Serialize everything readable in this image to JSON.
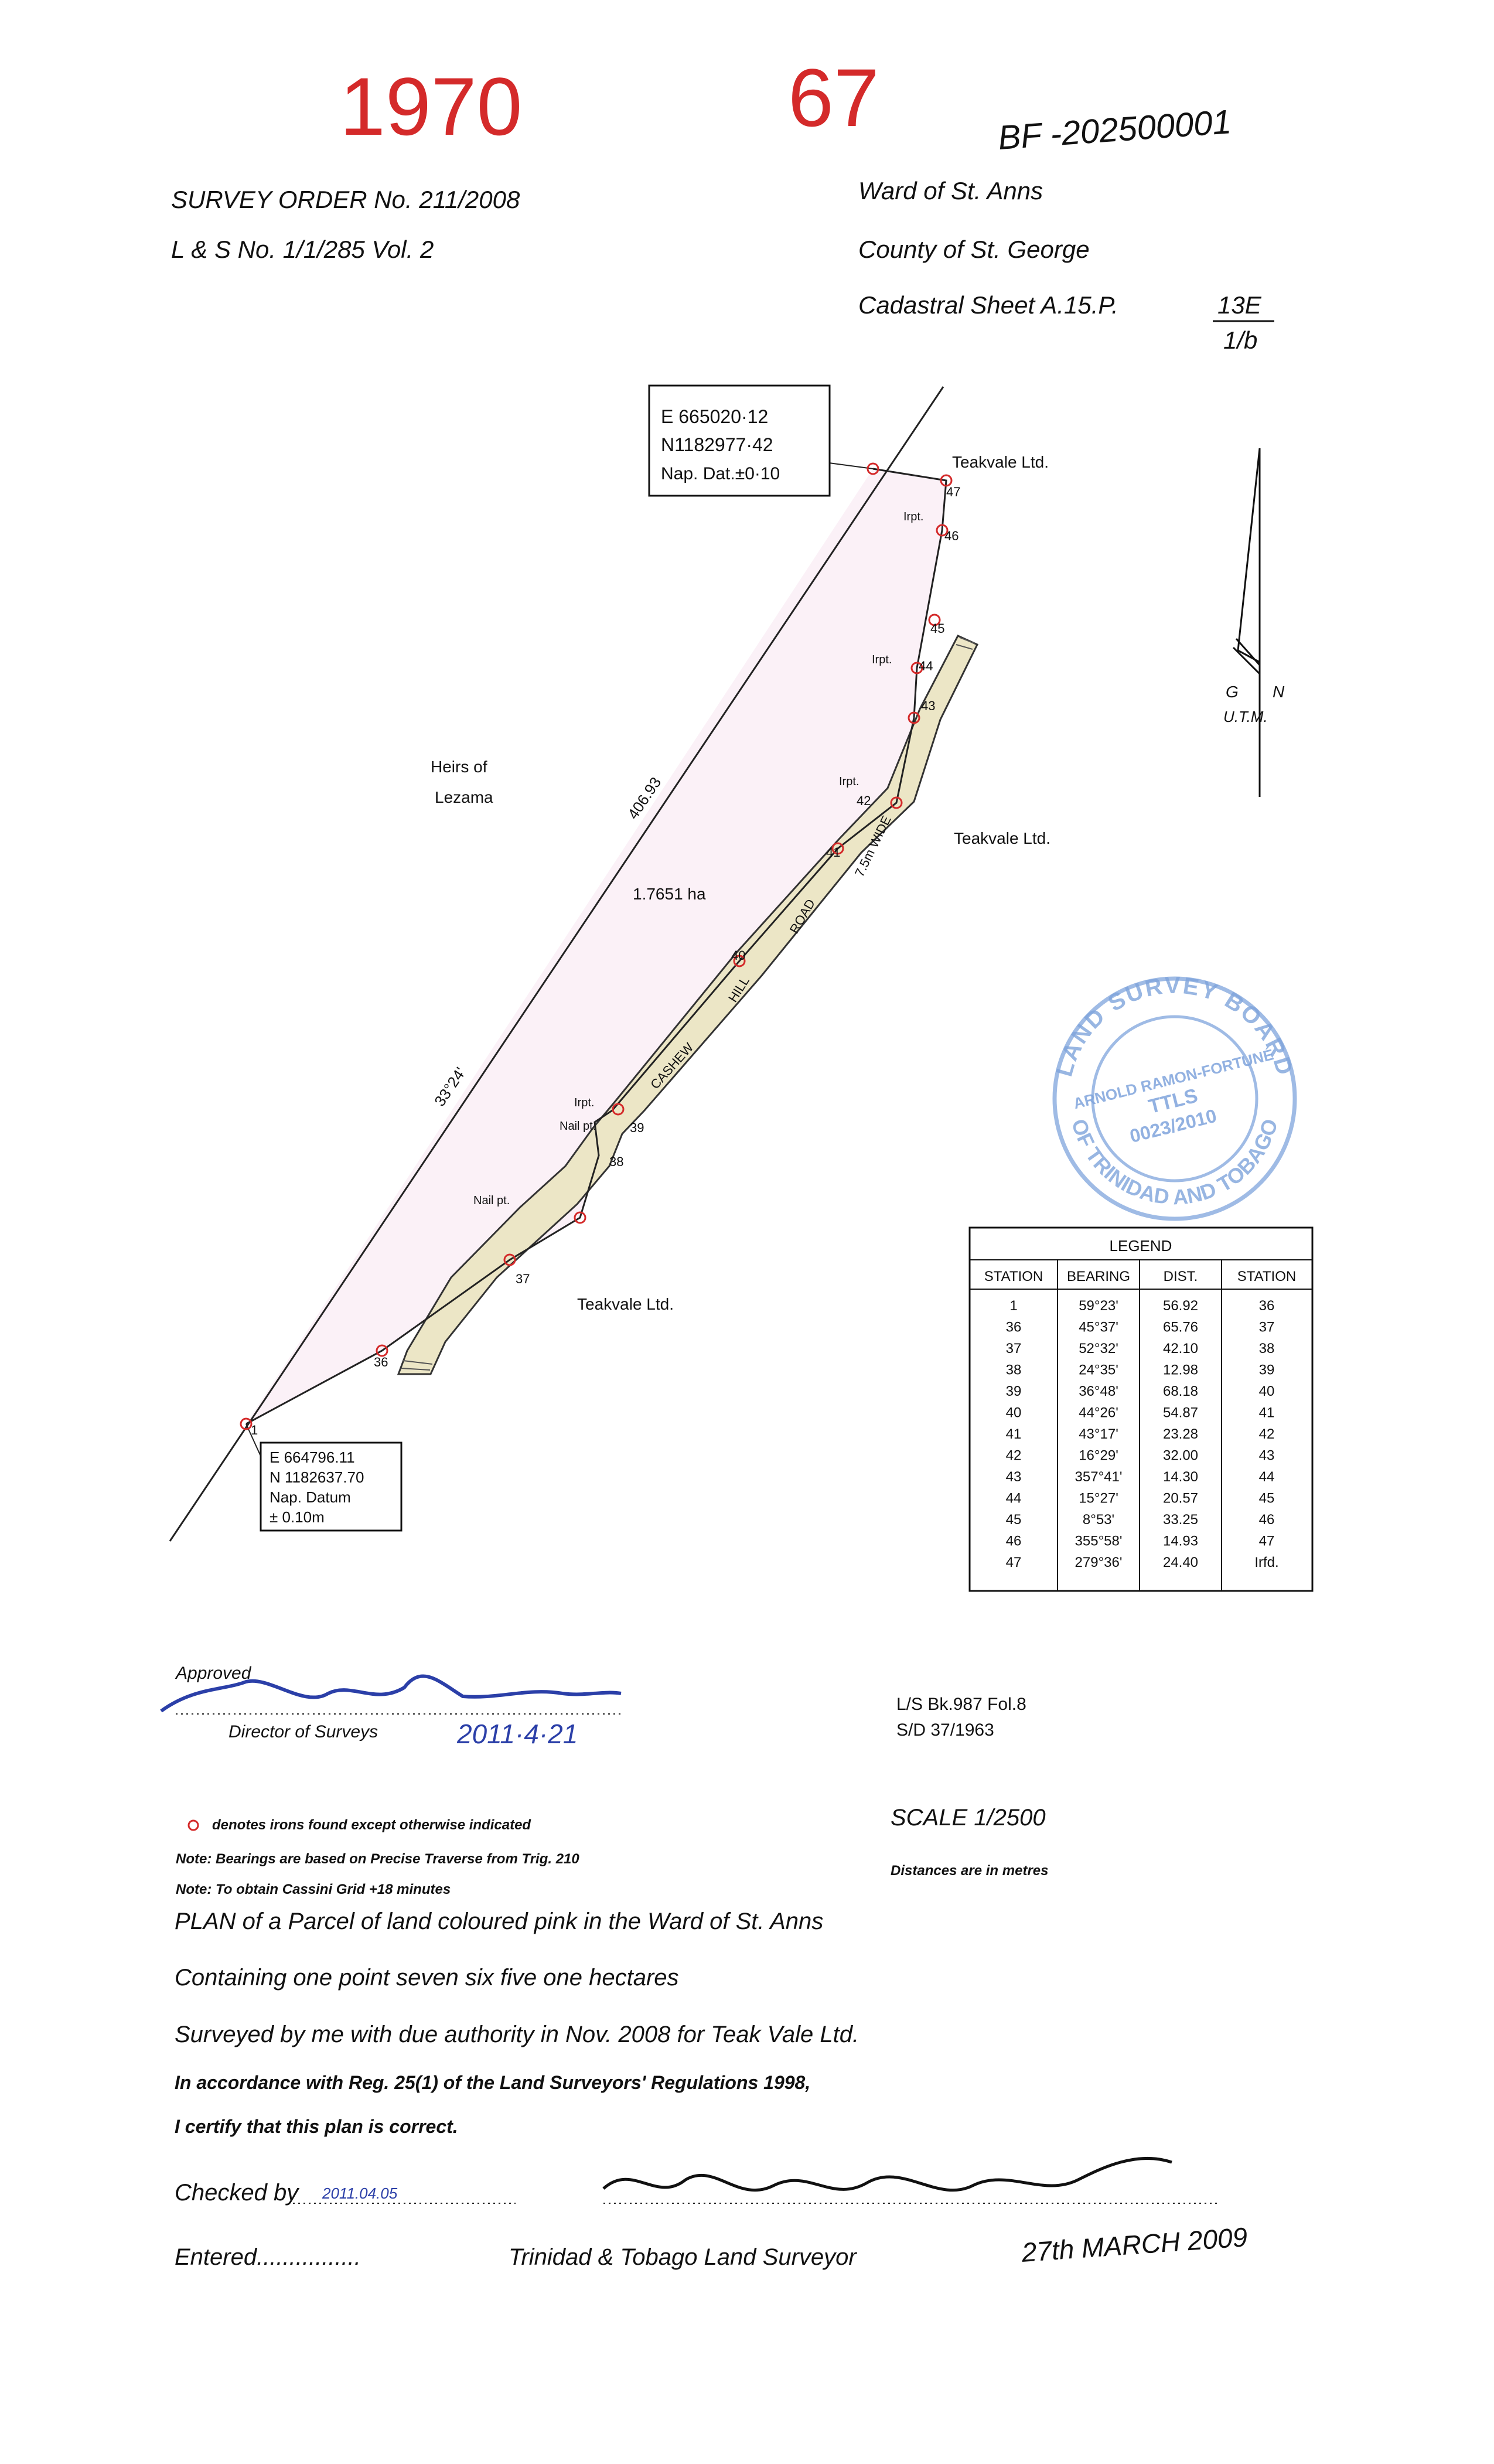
{
  "stamps": {
    "plan_number": "1970",
    "sheet_number": "67",
    "reference": "BF -202500001"
  },
  "header": {
    "survey_order": "SURVEY ORDER No. 211/2008",
    "ls_no": "L & S No. 1/1/285 Vol. 2",
    "ward": "Ward of St. Anns",
    "county": "County of St. George",
    "cadastral_sheet": "Cadastral Sheet A.15.P.",
    "cadastral_num": "13E",
    "cadastral_den": "1/b"
  },
  "north_arrow": {
    "grid_letter": "G",
    "north_letter": "N",
    "projection": "U.T.M."
  },
  "coord_boxes": {
    "top": {
      "line1": "E 665020·12",
      "line2": "N1182977·42",
      "line3": "Nap. Dat.±0·10"
    },
    "bottom": {
      "line1": "E 664796.11",
      "line2": "N 1182637.70",
      "line3": "Nap. Datum",
      "line4": "± 0.10m"
    }
  },
  "map_labels": {
    "owner_top": "Teakvale Ltd.",
    "owner_right": "Teakvale Ltd.",
    "owner_bottom": "Teakvale Ltd.",
    "heirs": "Heirs of",
    "heirs_name": "Lezama",
    "area": "1.7651 ha",
    "diag_distance": "406.93",
    "diag_bearing": "33°24'",
    "road_name": "CASHEW",
    "road_hill": "HILL",
    "road_road": "ROAD",
    "road_width": "7.5m WIDE"
  },
  "stations": [
    {
      "num": "1",
      "extra": ""
    },
    {
      "num": "36",
      "extra": ""
    },
    {
      "num": "37",
      "extra": "Nail pt."
    },
    {
      "num": "38",
      "extra": "Nail pt."
    },
    {
      "num": "39",
      "extra": "Irpt."
    },
    {
      "num": "40",
      "extra": ""
    },
    {
      "num": "41",
      "extra": ""
    },
    {
      "num": "42",
      "extra": "Irpt."
    },
    {
      "num": "43",
      "extra": ""
    },
    {
      "num": "44",
      "extra": "Irpt."
    },
    {
      "num": "45",
      "extra": ""
    },
    {
      "num": "46",
      "extra": "Irpt."
    },
    {
      "num": "47",
      "extra": ""
    }
  ],
  "legend": {
    "title": "LEGEND",
    "columns": [
      "STATION",
      "BEARING",
      "DIST.",
      "STATION"
    ],
    "rows": [
      [
        "1",
        "59°23'",
        "56.92",
        "36"
      ],
      [
        "36",
        "45°37'",
        "65.76",
        "37"
      ],
      [
        "37",
        "52°32'",
        "42.10",
        "38"
      ],
      [
        "38",
        "24°35'",
        "12.98",
        "39"
      ],
      [
        "39",
        "36°48'",
        "68.18",
        "40"
      ],
      [
        "40",
        "44°26'",
        "54.87",
        "41"
      ],
      [
        "41",
        "43°17'",
        "23.28",
        "42"
      ],
      [
        "42",
        "16°29'",
        "32.00",
        "43"
      ],
      [
        "43",
        "357°41'",
        "14.30",
        "44"
      ],
      [
        "44",
        "15°27'",
        "20.57",
        "45"
      ],
      [
        "45",
        "8°53'",
        "33.25",
        "46"
      ],
      [
        "46",
        "355°58'",
        "14.93",
        "47"
      ],
      [
        "47",
        "279°36'",
        "24.40",
        "Irfd."
      ]
    ]
  },
  "stamp_seal": {
    "outer_top": "LAND SURVEY BOARD",
    "outer_bottom": "OF TRINIDAD AND TOBAGO",
    "name": "ARNOLD RAMON-FORTUNÉ",
    "org": "TTLS",
    "reg": "0023/2010"
  },
  "approval": {
    "label": "Approved",
    "director": "Director of Surveys",
    "date": "2011·4·21"
  },
  "refs": {
    "line1": "L/S Bk.987 Fol.8",
    "line2": "S/D 37/1963"
  },
  "notes": {
    "irons": "denotes irons found except otherwise indicated",
    "bearings": "Note: Bearings are based on Precise Traverse from Trig. 210",
    "cassini": "Note: To obtain Cassini Grid +18 minutes",
    "scale": "SCALE 1/2500",
    "distances": "Distances are in metres"
  },
  "certificate": {
    "plan": "PLAN of a Parcel of land coloured pink in the Ward of St. Anns",
    "containing": "Containing one point seven six five one hectares",
    "surveyed": "Surveyed by me with due authority in Nov. 2008 for Teak Vale Ltd.",
    "accordance": "In accordance with Reg. 25(1) of the Land Surveyors' Regulations 1998,",
    "certify": "I certify that this plan is correct.",
    "checked": "Checked by",
    "checked_date": "2011.04.05",
    "entered": "Entered................",
    "surveyor": "Trinidad & Tobago Land Surveyor",
    "date_hand": "27th MARCH 2009"
  },
  "colors": {
    "stamp_red": "#d42a2a",
    "ink_blue": "#2b3fa8",
    "seal_blue": "#7fa4dc",
    "parcel_pink": "#fbf1f7",
    "road_fill": "#ece6c6"
  }
}
